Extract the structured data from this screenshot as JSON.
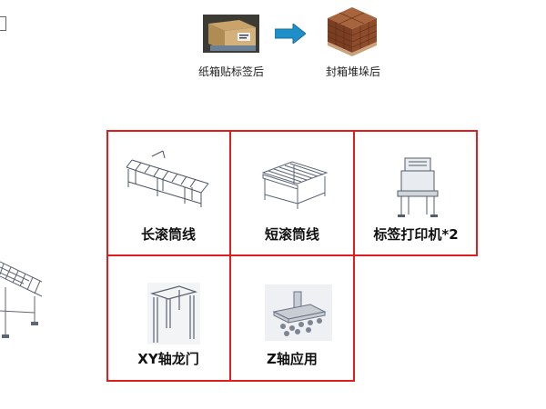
{
  "top": {
    "before_caption": "纸箱贴标签后",
    "after_caption": "封箱堆垛后"
  },
  "modules": [
    {
      "id": "long-roller",
      "label": "长滚筒线"
    },
    {
      "id": "short-roller",
      "label": "短滚筒线"
    },
    {
      "id": "label-printer",
      "label": "标签打印机*2"
    },
    {
      "id": "xy-gantry",
      "label": "XY轴龙门"
    },
    {
      "id": "z-axis",
      "label": "Z轴应用"
    }
  ],
  "colors": {
    "grid_border": "#e01e1e",
    "arrow": "#1f8fc9",
    "box_brown": "#8b4a2b"
  }
}
